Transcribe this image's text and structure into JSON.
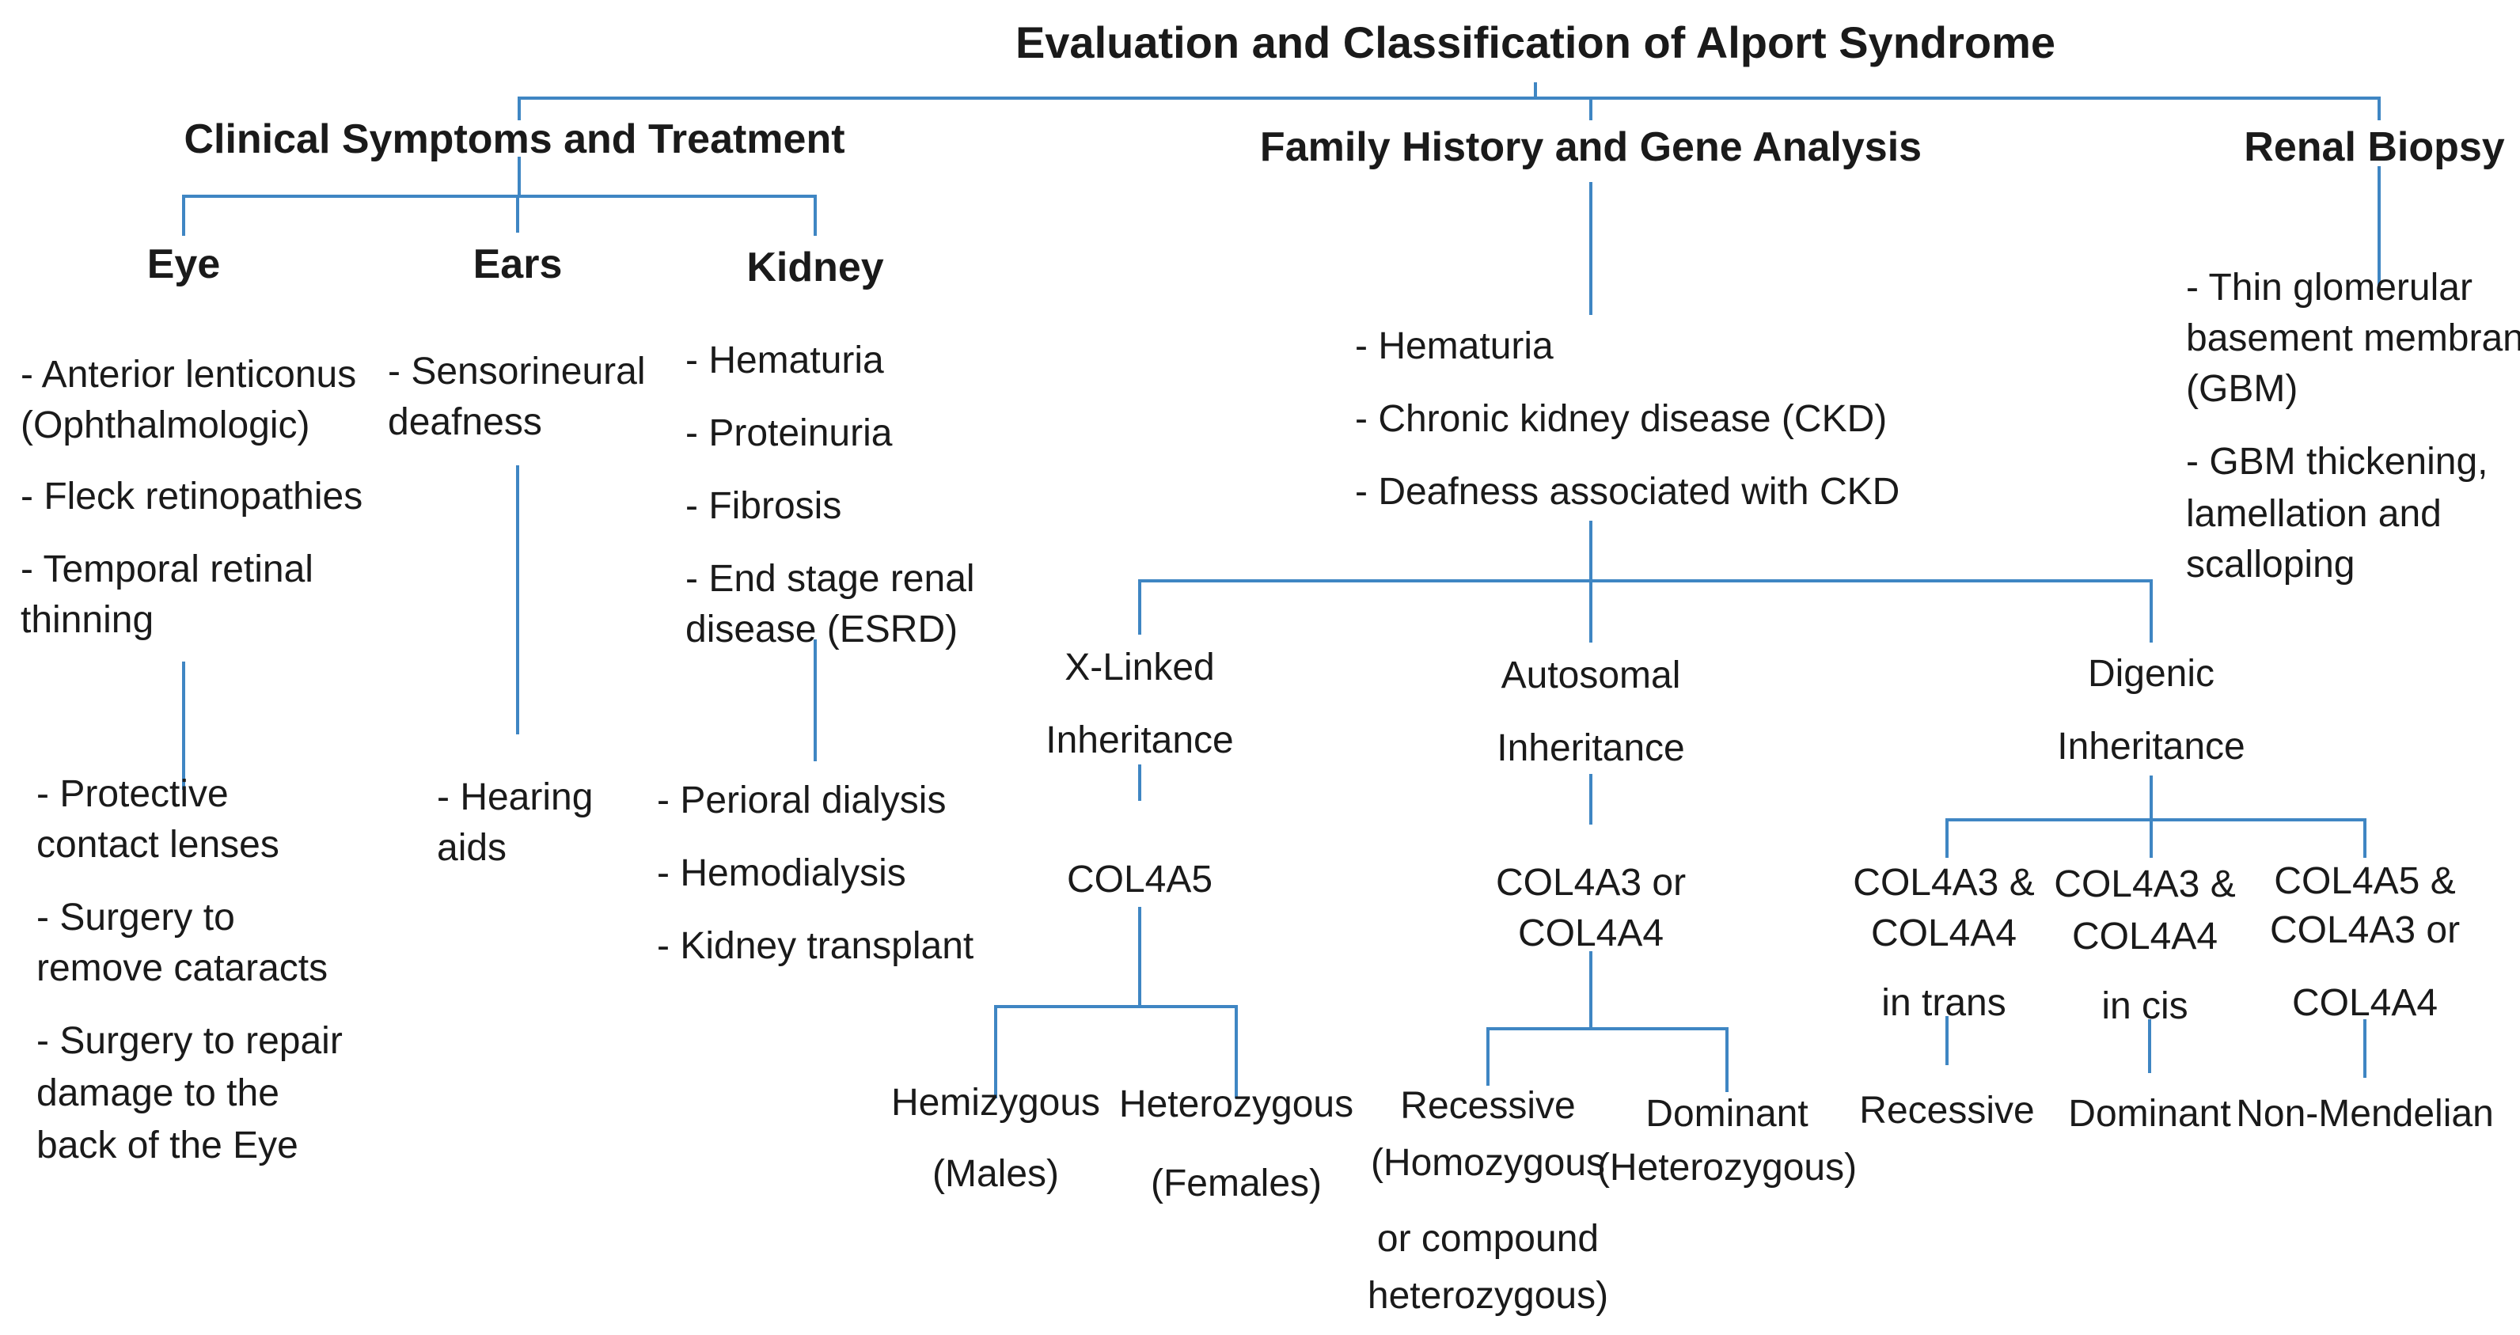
{
  "title": "Evaluation and Classification of Alport Syndrome",
  "sections": {
    "clinical": "Clinical Symptoms and Treatment",
    "family": "Family History and Gene Analysis",
    "biopsy": "Renal Biopsy"
  },
  "clinical": {
    "eye": {
      "heading": "Eye",
      "symptoms": [
        "- Anterior lenticonus",
        "(Ophthalmologic)",
        "- Fleck retinopathies",
        "- Temporal retinal",
        "thinning"
      ],
      "treatment": [
        "- Protective",
        "contact lenses",
        "- Surgery to",
        "remove cataracts",
        "- Surgery to repair",
        "damage to the",
        "back of the Eye"
      ]
    },
    "ears": {
      "heading": "Ears",
      "symptoms": [
        "- Sensorineural",
        "deafness"
      ],
      "treatment": [
        "- Hearing",
        "aids"
      ]
    },
    "kidney": {
      "heading": "Kidney",
      "symptoms": [
        "- Hematuria",
        "- Proteinuria",
        "- Fibrosis",
        "- End stage renal",
        "disease (ESRD)"
      ],
      "treatment": [
        "- Perioral dialysis",
        "- Hemodialysis",
        "- Kidney transplant"
      ]
    }
  },
  "family": {
    "features": [
      "- Hematuria",
      "- Chronic kidney disease (CKD)",
      "- Deafness associated with CKD"
    ],
    "xlinked": {
      "label": [
        "X-Linked",
        "Inheritance"
      ],
      "gene": "COL4A5",
      "hemizygous": [
        "Hemizygous",
        "(Males)"
      ],
      "heterozygous": [
        "Heterozygous",
        "(Females)"
      ]
    },
    "autosomal": {
      "label": [
        "Autosomal",
        "Inheritance"
      ],
      "gene": [
        "COL4A3 or",
        "COL4A4"
      ],
      "recessive": [
        "Recessive",
        "(Homozygous",
        "or compound",
        "heterozygous)"
      ],
      "dominant": [
        "Dominant",
        "(Heterozygous)"
      ]
    },
    "digenic": {
      "label": [
        "Digenic",
        "Inheritance"
      ],
      "trans": [
        "COL4A3 &",
        "COL4A4",
        "in trans"
      ],
      "cis": [
        "COL4A3 &",
        "COL4A4",
        "in cis"
      ],
      "mixed": [
        "COL4A5 &",
        "COL4A3 or",
        "COL4A4"
      ],
      "recessive": "Recessive",
      "dominant": "Dominant",
      "nonmendelian": "Non-Mendelian"
    }
  },
  "biopsy": {
    "findings": [
      "- Thin glomerular",
      "basement membrane",
      "(GBM)",
      "- GBM thickening,",
      "lamellation and",
      "scalloping"
    ]
  }
}
